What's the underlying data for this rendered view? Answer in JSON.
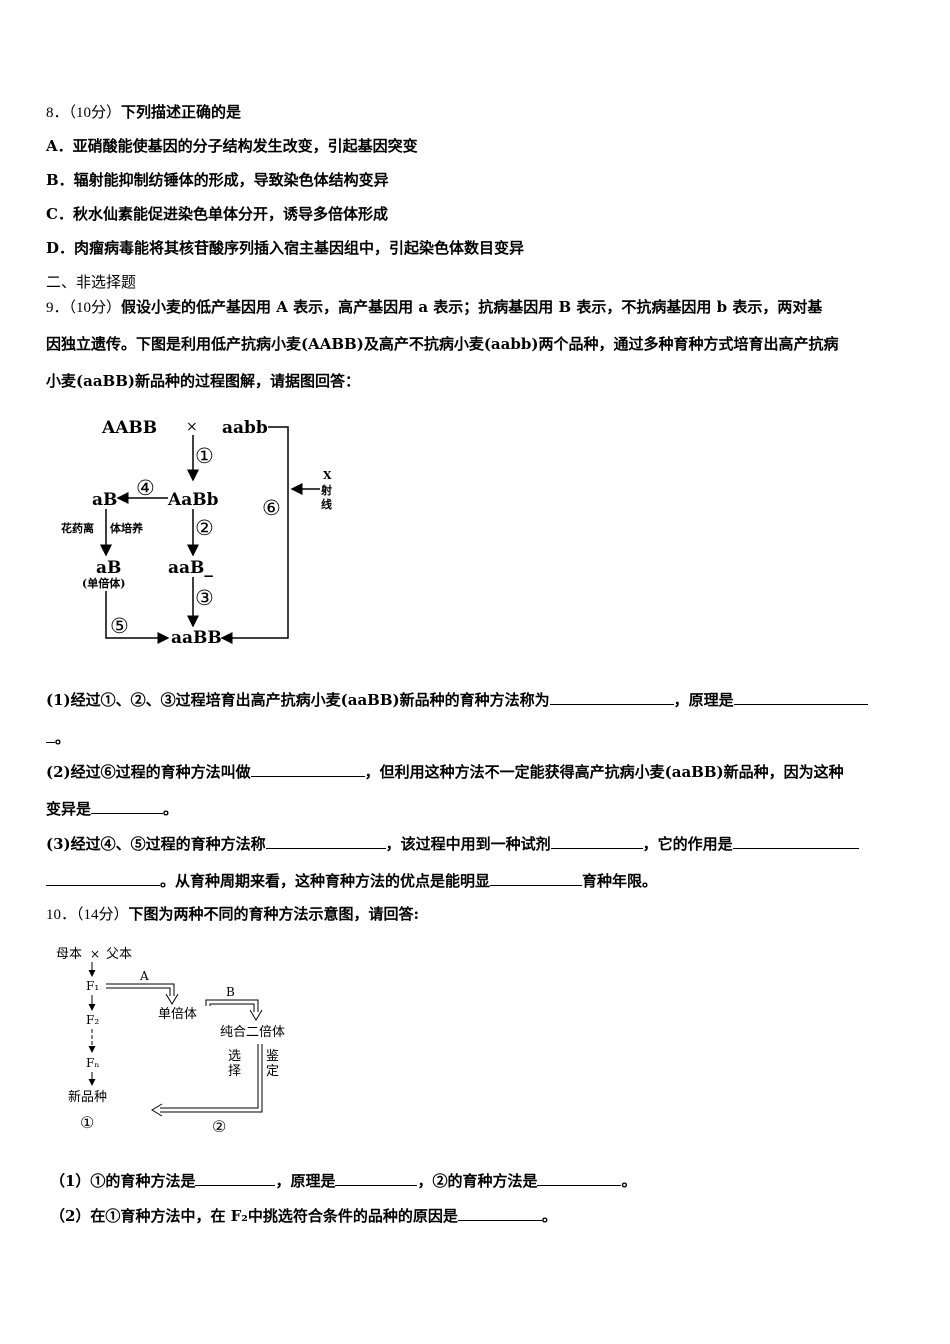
{
  "q8": {
    "stem_num": "8．",
    "stem_score": "（10分）",
    "stem_text": "下列描述正确的是",
    "options": [
      "A．亚硝酸能使基因的分子结构发生改变，引起基因突变",
      "B．辐射能抑制纺锤体的形成，导致染色体结构变异",
      "C．秋水仙素能促进染色单体分开，诱导多倍体形成",
      "D．肉瘤病毒能将其核苷酸序列插入宿主基因组中，引起染色体数目变异"
    ]
  },
  "section_title": "二、非选择题",
  "q9": {
    "stem_num": "9．",
    "stem_score": "（10分）",
    "stem_lines": [
      "假设小麦的低产基因用 A 表示，高产基因用 a 表示；抗病基因用 B 表示，不抗病基因用 b 表示，两对基",
      "因独立遗传。下图是利用低产抗病小麦(AABB)及高产不抗病小麦(aabb)两个品种，通过多种育种方式培育出高产抗病",
      "小麦(aaBB)新品种的过程图解，请据图回答："
    ],
    "figure": {
      "parent1": "AABB",
      "cross": "×",
      "parent2": "aabb",
      "f1": "AaBb",
      "gamete": "aB",
      "anther_label_1": "花药离",
      "anther_label_2": "体培养",
      "haploid": "aB",
      "haploid_note": "(单倍体)",
      "mid": "aaB_",
      "result": "aaBB",
      "ray_x": "X",
      "ray_1": "射",
      "ray_2": "线",
      "step1": "①",
      "step2": "②",
      "step3": "③",
      "step4": "④",
      "step5": "⑤",
      "step6": "⑥"
    },
    "sub1_a": "(1)经过①、②、③过程培育出高产抗病小麦(aaBB)新品种的育种方法称为",
    "sub1_b": "，原理是",
    "sub1_c": "。",
    "sub2_a": "(2)经过⑥过程的育种方法叫做",
    "sub2_b": "，但利用这种方法不一定能获得高产抗病小麦(aaBB)新品种，因为这种",
    "sub2_c": "变异是",
    "sub2_d": "。",
    "sub3_a": "(3)经过④、⑤过程的育种方法称",
    "sub3_b": "，该过程中用到一种试剂",
    "sub3_c": "，它的作用是",
    "sub3_d": "。从育种周期来看，这种育种方法的优点是能明显",
    "sub3_e": "育种年限。"
  },
  "q10": {
    "stem_num": "10．",
    "stem_score": "（14分）",
    "stem_text": "下图为两种不同的育种方法示意图，请回答:",
    "figure": {
      "mother": "母本",
      "cross": "×",
      "father": "父本",
      "f1": "F₁",
      "f2": "F₂",
      "fn": "Fₙ",
      "new_variety": "新品种",
      "label_a": "A",
      "label_b": "B",
      "haploid": "单倍体",
      "pure_diploid": "纯合二倍体",
      "select_1": "选",
      "select_2": "择",
      "identify_1": "鉴",
      "identify_2": "定",
      "method1": "①",
      "method2": "②"
    },
    "sub1_a": "（1）①的育种方法是",
    "sub1_b": "，原理是",
    "sub1_c": "，②的育种方法是",
    "sub1_d": "。",
    "sub2_a": "（2）在①育种方法中，在 F₂中挑选符合条件的品种的原因是",
    "sub2_b": "。"
  }
}
